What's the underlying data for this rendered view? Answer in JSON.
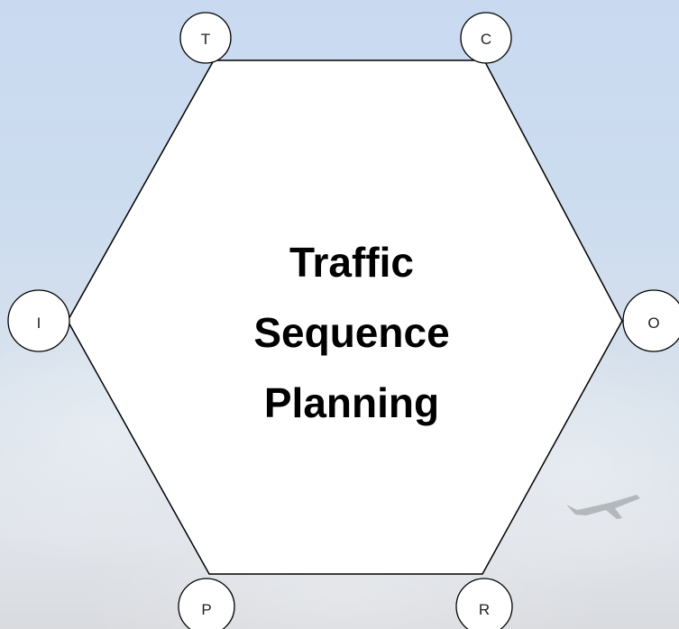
{
  "center": {
    "line1": "Traffic",
    "line2": "Sequence",
    "line3": "Planning"
  },
  "nodes": {
    "t": "T",
    "c": "C",
    "i": "I",
    "o": "O",
    "p": "P",
    "r": "R"
  },
  "colors": {
    "hexagon_fill": "#ffffff",
    "outline": "#000000",
    "text": "#000000"
  }
}
